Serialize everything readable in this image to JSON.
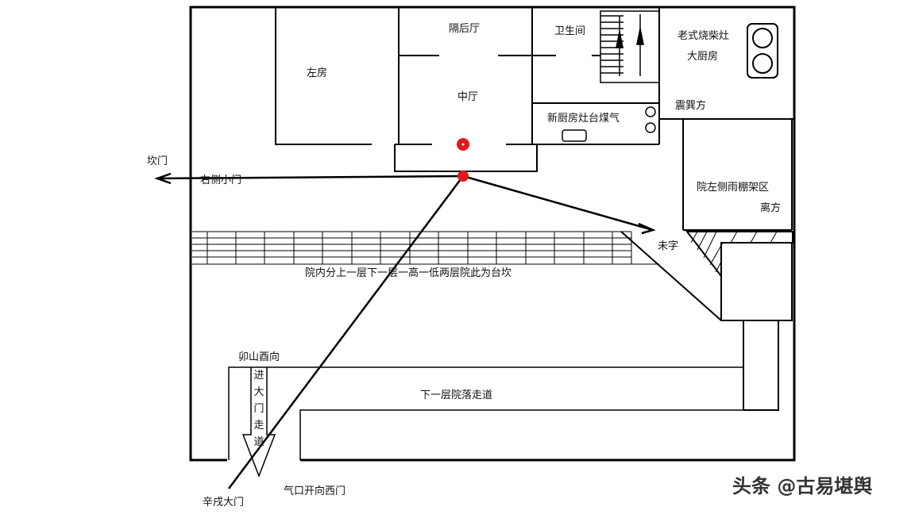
{
  "labels": {
    "gua_men": "坎门",
    "you_ce_xiao_men": "右侧小门",
    "zuo_fang": "左房",
    "ge_hou_ting": "隔后厅",
    "zhong_ting": "中厅",
    "wei_sheng_jian": "卫生间",
    "lao_shi_shao_chai_zao": "老式烧柴灶",
    "da_chu_fang": "大厨房",
    "xin_chu_fang": "新厨房灶台煤气",
    "zhen_xun_fang": "震巽方",
    "yu_peng_qu": "院左侧雨棚架区",
    "li_fang": "离方",
    "wei_zi": "未字",
    "tai_kan": "院内分上一层下一层一高一低两层院此为台坎",
    "mao_shan": "卯山酉向",
    "jin_da_men_zou_dao": [
      "进",
      "大",
      "门",
      "走",
      "道"
    ],
    "xia_yi_ceng_zou_dao": "下一层院落走道",
    "xin_xu_da_men": "辛戌大门",
    "qi_kou": "气口开向西门"
  },
  "watermark": "头条 @古易堪舆",
  "colors": {
    "lines": "#000000",
    "marker": "#e0191b",
    "background": "#ffffff"
  }
}
